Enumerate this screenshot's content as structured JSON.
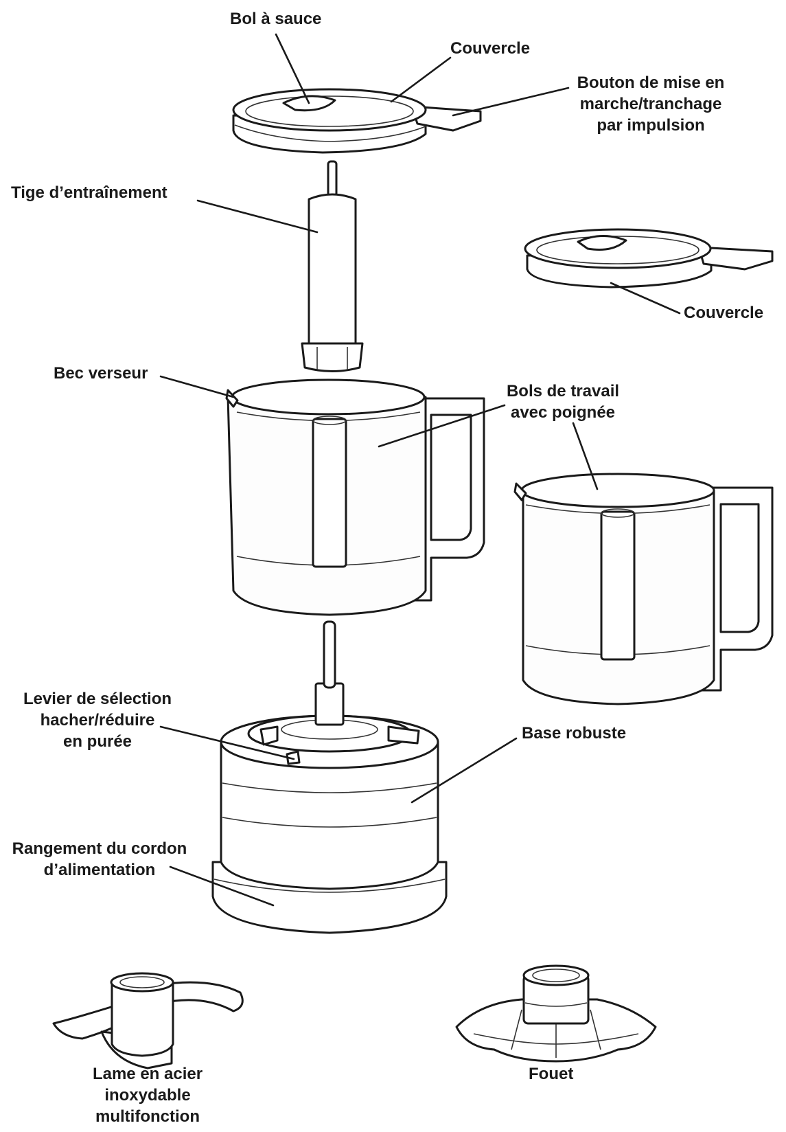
{
  "labels": {
    "bol_sauce": "Bol à sauce",
    "couvercle_top": "Couvercle",
    "bouton": [
      "Bouton de mise en",
      "marche/tranchage",
      "par impulsion"
    ],
    "tige": "Tige d’entraînement",
    "couvercle_right": "Couvercle",
    "bec": "Bec verseur",
    "bols": [
      "Bols de travail",
      "avec poignée"
    ],
    "levier": [
      "Levier de sélection",
      "hacher/réduire",
      "en purée"
    ],
    "base": "Base robuste",
    "rangement": [
      "Rangement du cordon",
      "d’alimentation"
    ],
    "lame": [
      "Lame en acier",
      "inoxydable",
      "multifonction"
    ],
    "fouet": "Fouet"
  }
}
